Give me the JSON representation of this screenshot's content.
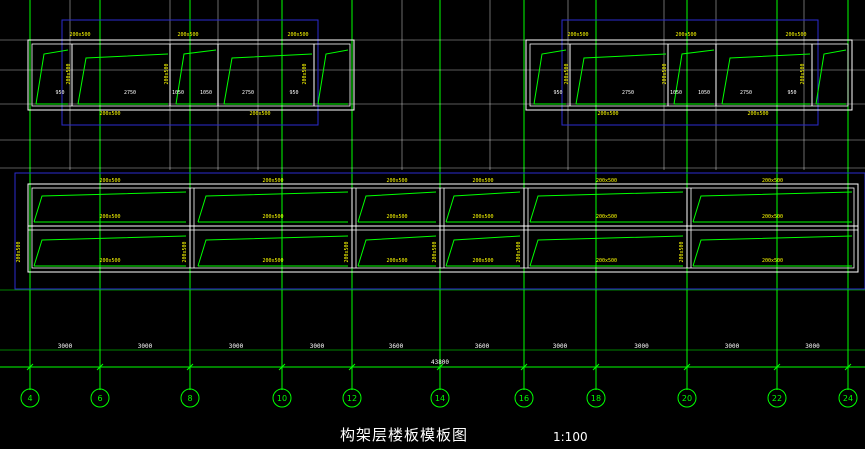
{
  "drawing": {
    "title": "构架层楼板模板图",
    "scale": "1:100",
    "axes": [
      "4",
      "6",
      "8",
      "10",
      "12",
      "14",
      "16",
      "18",
      "20",
      "22",
      "24"
    ],
    "bay_dims": [
      "3000",
      "3000",
      "3000",
      "3000",
      "3600",
      "3600",
      "3000",
      "3000",
      "3000",
      "3000"
    ],
    "overall_dim": "43800",
    "top_left_block": {
      "beams_top": [
        "200x500",
        "200x500",
        "200x500"
      ],
      "beams_bottom": [
        "200x500",
        "200x500"
      ],
      "beam_sides": [
        "200x500",
        "200x500",
        "200x500"
      ],
      "dims": [
        "950",
        "2750",
        "1050",
        "1050",
        "2750",
        "950"
      ]
    },
    "top_right_block": {
      "beams_top": [
        "200x500",
        "200x500",
        "200x500"
      ],
      "beams_bottom": [
        "200x500",
        "200x500"
      ],
      "beam_sides": [
        "200x500",
        "200x500",
        "200x500"
      ],
      "dims": [
        "950",
        "2750",
        "1050",
        "1050",
        "2750",
        "950"
      ]
    },
    "lower_block": {
      "beams_top": [
        "200x500",
        "200x500",
        "200x500",
        "200x500",
        "200x500",
        "200x500"
      ],
      "beams_middle": [
        "200x500",
        "200x500",
        "200x500",
        "200x500",
        "200x500",
        "200x500"
      ],
      "beams_bottom": [
        "200x500",
        "200x500",
        "200x500",
        "200x500",
        "200x500",
        "200x500"
      ],
      "beam_sides": [
        "200x500",
        "200x500",
        "200x500",
        "200x500",
        "200x500",
        "200x500"
      ]
    },
    "colors": {
      "background": "#000000",
      "grid": "#00ff00",
      "wall": "#ffffff",
      "outline": "#2b2bd0",
      "text": "#ffffff",
      "beam_text": "#ffff00",
      "label": "#00ff00"
    }
  }
}
